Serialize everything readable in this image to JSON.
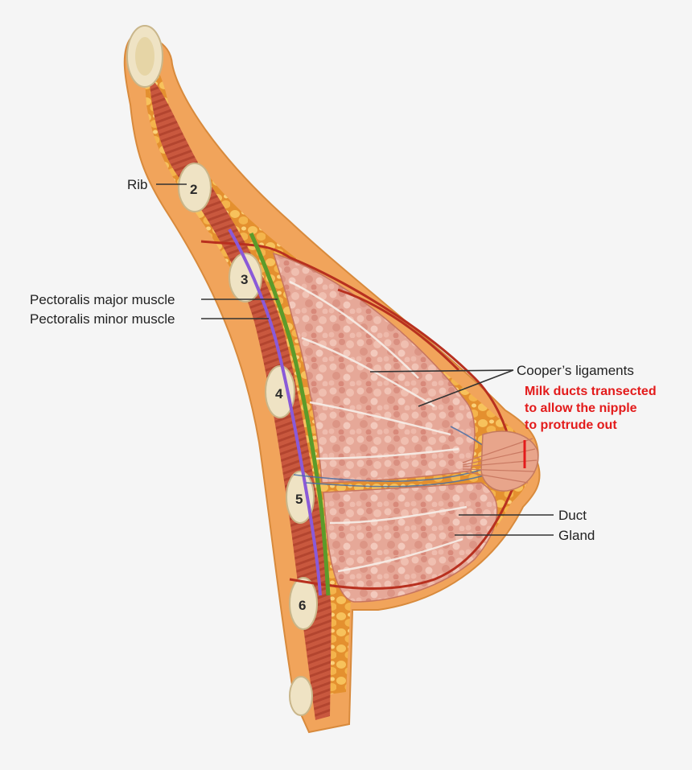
{
  "labels": {
    "rib": "Rib",
    "pectoralis_major": "Pectoralis major muscle",
    "pectoralis_minor": "Pectoralis minor muscle",
    "coopers_ligaments": "Cooper’s ligaments",
    "duct": "Duct",
    "gland": "Gland"
  },
  "rib_numbers": [
    "2",
    "3",
    "4",
    "5",
    "6"
  ],
  "annotation": {
    "lines": [
      "Milk ducts transected",
      "to allow the nipple",
      "to protrude out"
    ]
  },
  "colors": {
    "background": "#f5f5f5",
    "fat": "#e99a3a",
    "fat_light": "#f6c060",
    "muscle": "#c7553c",
    "gland_tissue": "#eab2a3",
    "green_fascia": "#5c9b2a",
    "purple_vessel": "#8a5ad8",
    "annotation_red": "#e31b1b"
  }
}
